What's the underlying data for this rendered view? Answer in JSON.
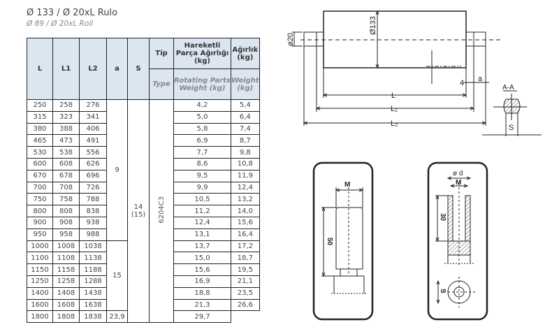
{
  "title": "Ø 133 / Ø 20xL Rulo",
  "subtitle": "Ø 89 / Ø 20xL Roll",
  "table": {
    "headers": {
      "L": "L",
      "L1": "L1",
      "L2": "L2",
      "a": "a",
      "S": "S",
      "tip": "Tip",
      "tip_en": "Type",
      "rotating": "Hareketli Parça Ağırlığı (kg)",
      "rotating_en": "Rotating Parts Weight (kg)",
      "weight": "Ağırlık (kg)",
      "weight_en": "Weight (kg)"
    },
    "a_groups": [
      {
        "value": "9",
        "rows": 12
      },
      {
        "value": "15",
        "rows": 6
      }
    ],
    "S_value": "14 (15)",
    "type_value": "6204C3",
    "rows": [
      [
        "250",
        "258",
        "276",
        "4,2",
        "5,4"
      ],
      [
        "315",
        "323",
        "341",
        "5,0",
        "6,4"
      ],
      [
        "380",
        "388",
        "406",
        "5,8",
        "7,4"
      ],
      [
        "465",
        "473",
        "491",
        "6,9",
        "8,7"
      ],
      [
        "530",
        "538",
        "556",
        "7,7",
        "9,8"
      ],
      [
        "600",
        "608",
        "626",
        "8,6",
        "10,8"
      ],
      [
        "670",
        "678",
        "696",
        "9,5",
        "11,9"
      ],
      [
        "700",
        "708",
        "726",
        "9,9",
        "12,4"
      ],
      [
        "750",
        "758",
        "788",
        "10,5",
        "13,2"
      ],
      [
        "800",
        "808",
        "838",
        "11,2",
        "14,0"
      ],
      [
        "900",
        "908",
        "938",
        "12,4",
        "15,6"
      ],
      [
        "950",
        "958",
        "988",
        "13,1",
        "16,4"
      ],
      [
        "1000",
        "1008",
        "1038",
        "13,7",
        "17,2"
      ],
      [
        "1100",
        "1108",
        "1138",
        "15,0",
        "18,7"
      ],
      [
        "1150",
        "1158",
        "1188",
        "15,6",
        "19,5"
      ],
      [
        "1250",
        "1258",
        "1288",
        "16,9",
        "21,1"
      ],
      [
        "1400",
        "1408",
        "1438",
        "18,8",
        "23,5"
      ],
      [
        "1600",
        "1608",
        "1638",
        "21,3",
        "26,6"
      ],
      [
        "1800",
        "1808",
        "1838",
        "23,9",
        "29,7"
      ]
    ]
  },
  "drawing": {
    "d_roll": "Ø133",
    "d_shaft": "ø20",
    "L": "L",
    "L1": "L₁",
    "L2": "L₂",
    "four": "4",
    "a": "a",
    "section": "A-A",
    "S": "S",
    "left_detail": {
      "M": "M",
      "len": "50"
    },
    "right_detail": {
      "d": "ø d",
      "M": "M",
      "len": "30",
      "S": "S"
    }
  }
}
